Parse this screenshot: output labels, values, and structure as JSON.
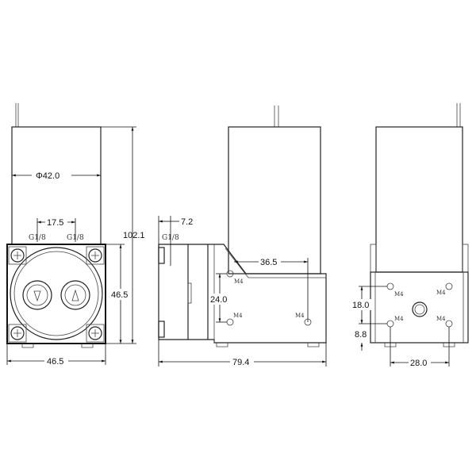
{
  "front_view": {
    "height_label": "102.1",
    "diameter_label": "Φ42.0",
    "port_spacing_label": "17.5",
    "port_left_label": "G1/8",
    "port_right_label": "G1/8",
    "body_height_label": "46.5",
    "body_width_label": "46.5"
  },
  "side_view": {
    "offset_label": "7.2",
    "port_label": "G1/8",
    "hole_spacing_h_label": "36.5",
    "hole_spacing_v_label": "24.0",
    "length_label": "79.4",
    "hole_labels": [
      "M4",
      "M4",
      "M4"
    ]
  },
  "rear_view": {
    "hole_spacing_v_label": "18.0",
    "bottom_offset_label": "8.8",
    "hole_spacing_h_label": "28.0",
    "hole_labels": [
      "M4",
      "M4",
      "M4",
      "M4"
    ]
  }
}
